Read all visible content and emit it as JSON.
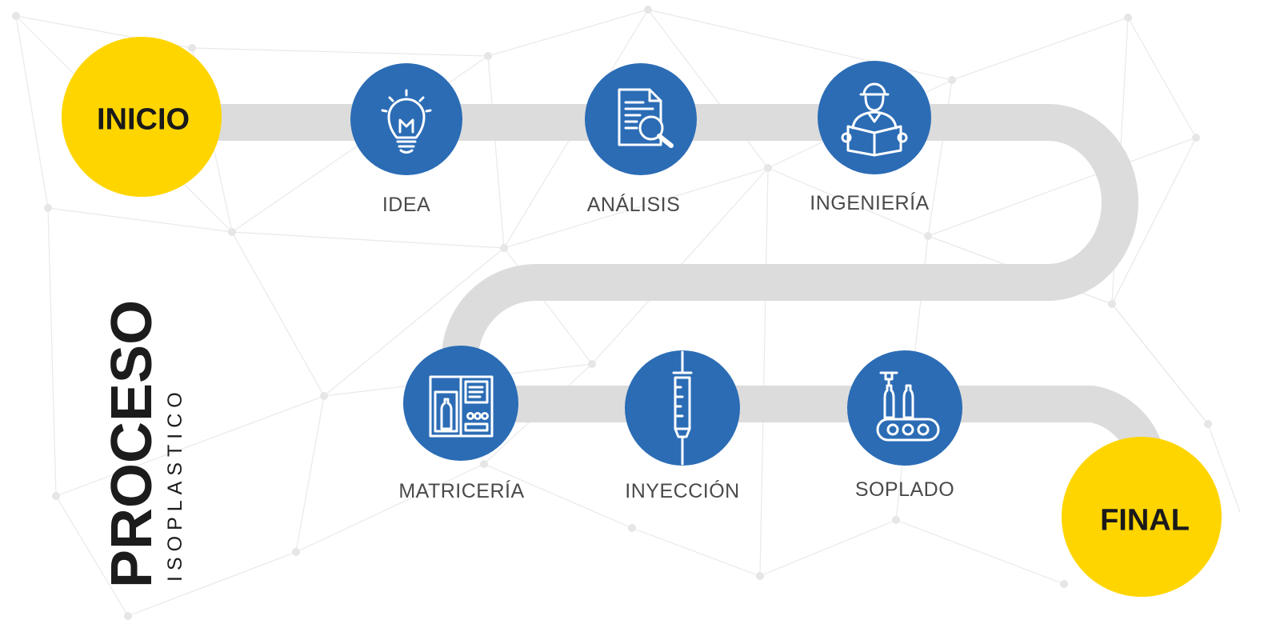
{
  "title": {
    "main": "PROCESO",
    "sub": "ISOPLASTICO"
  },
  "start": {
    "label": "INICIO"
  },
  "end": {
    "label": "FINAL"
  },
  "steps": [
    {
      "label": "IDEA",
      "icon": "lightbulb-icon"
    },
    {
      "label": "ANÁLISIS",
      "icon": "document-search-icon"
    },
    {
      "label": "INGENIERÍA",
      "icon": "engineer-blueprint-icon"
    },
    {
      "label": "MATRICERÍA",
      "icon": "mold-machine-icon"
    },
    {
      "label": "INYECCIÓN",
      "icon": "syringe-icon"
    },
    {
      "label": "SOPLADO",
      "icon": "bottle-conveyor-icon"
    }
  ],
  "colors": {
    "accent_yellow": "#FFD500",
    "step_blue": "#2B6CB5",
    "road_gray": "#DCDCDC",
    "text_dark": "#1C1C1C",
    "label_gray": "#4A4A4A"
  }
}
